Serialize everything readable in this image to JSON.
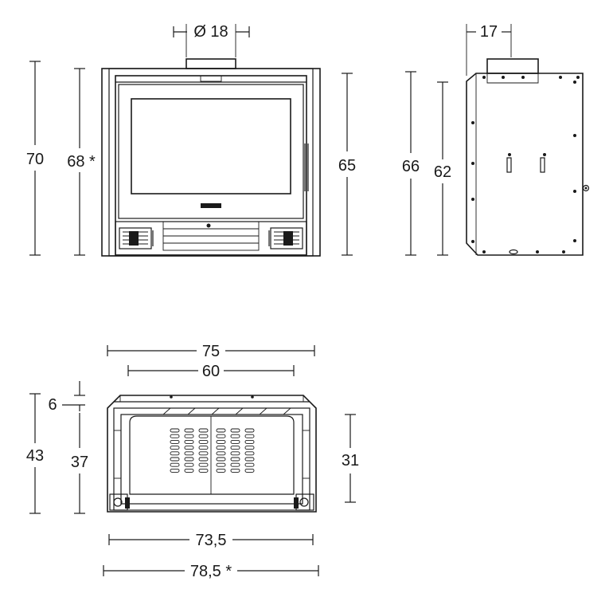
{
  "views": {
    "front": {
      "flue_diameter": "Ø 18",
      "overall_height": "70",
      "frame_height": "68 *",
      "body_height": "65"
    },
    "side": {
      "flue_depth": "17",
      "overall_height": "66",
      "body_height": "62"
    },
    "top": {
      "outer_width": "75",
      "inner_width": "60",
      "top_offset": "6",
      "overall_depth": "43",
      "body_depth": "37",
      "inner_depth": "31",
      "base_width": "73,5",
      "frame_width": "78,5 *"
    }
  }
}
